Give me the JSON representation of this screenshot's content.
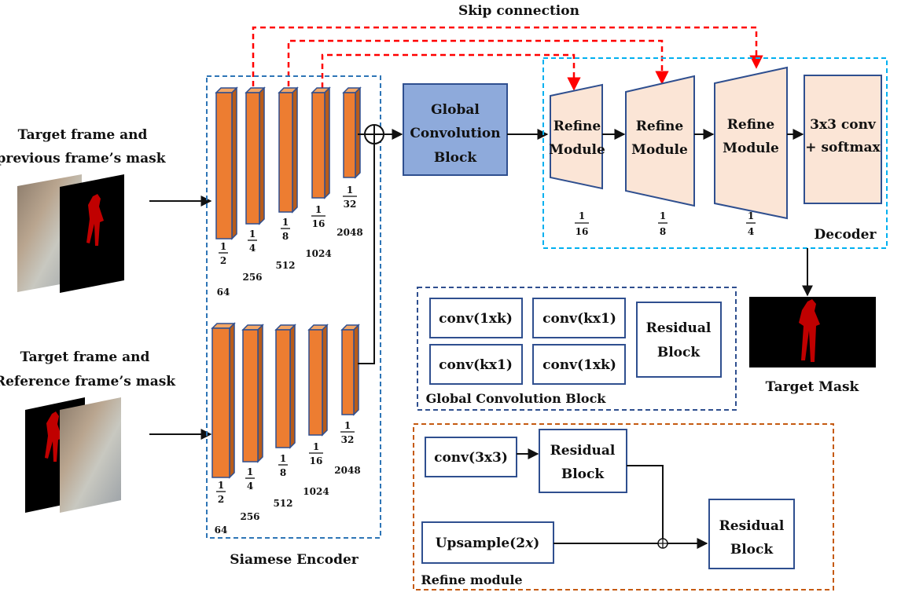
{
  "title_skip": "Skip connection",
  "inputs": {
    "top_line1": "Target frame and",
    "top_line2": "previous frame’s mask",
    "bottom_line1": "Target frame and",
    "bottom_line2": "Reference frame’s mask"
  },
  "encoder": {
    "label": "Siamese Encoder",
    "fractions": [
      {
        "num": "1",
        "den": "2"
      },
      {
        "num": "1",
        "den": "4"
      },
      {
        "num": "1",
        "den": "8"
      },
      {
        "num": "1",
        "den": "16"
      },
      {
        "num": "1",
        "den": "32"
      }
    ],
    "channels": [
      "64",
      "256",
      "512",
      "1024",
      "2048"
    ]
  },
  "gcb_main": {
    "line1": "Global",
    "line2": "Convolution",
    "line3": "Block"
  },
  "decoder": {
    "label": "Decoder",
    "refine_line1": "Refine",
    "refine_line2": "Module",
    "fractions": [
      {
        "num": "1",
        "den": "16"
      },
      {
        "num": "1",
        "den": "8"
      },
      {
        "num": "1",
        "den": "4"
      }
    ],
    "conv_line1": "3x3 conv",
    "conv_line2": "+ softmax"
  },
  "output_label": "Target Mask",
  "gcb_detail": {
    "label": "Global Convolution Block",
    "conv_1xk": "conv(1xk)",
    "conv_kx1": "conv(kx1)",
    "residual_line1": "Residual",
    "residual_line2": "Block"
  },
  "refine_detail": {
    "label": "Refine module",
    "conv3": "conv(3x3)",
    "upsample_prefix": "Upsample(2",
    "upsample_var": "x",
    "upsample_suffix": ")",
    "residual_line1": "Residual",
    "residual_line2": "Block"
  },
  "colors": {
    "orange": "#ED7D31",
    "orange_dark": "#B85C1A",
    "navy": "#2F4F8F",
    "gcb_fill": "#8EAADB",
    "refine_fill": "#FBE5D6",
    "enc_dash": "#2E75B6",
    "dec_dash": "#00B0F0",
    "refine_dash": "#C55A11",
    "skip_red": "#FF0000",
    "mask_red": "#C00000"
  }
}
